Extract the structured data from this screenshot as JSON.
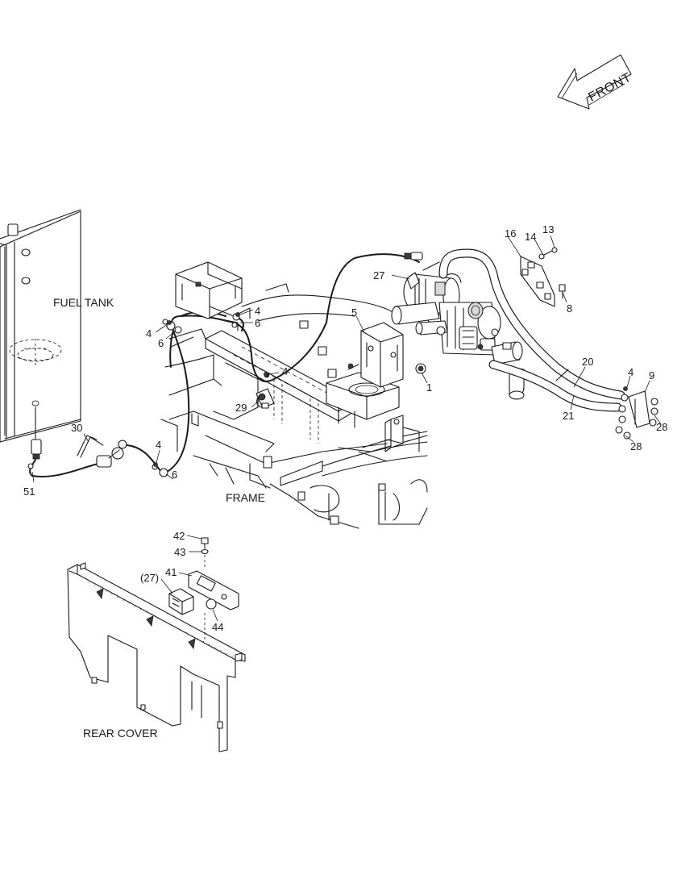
{
  "direction": {
    "label": "FRONT"
  },
  "areas": {
    "fuel_tank": "FUEL TANK",
    "frame": "FRAME",
    "rear_cover": "REAR COVER"
  },
  "callouts": {
    "c1": "1",
    "c4a": "4",
    "c4b": "4",
    "c4c": "4",
    "c4d": "4",
    "c4e": "4",
    "c5": "5",
    "c6a": "6",
    "c6b": "6",
    "c6c": "6",
    "c8": "8",
    "c9": "9",
    "c13": "13",
    "c14": "14",
    "c16": "16",
    "c20": "20",
    "c21": "21",
    "c27": "27",
    "c27p": "(27)",
    "c28a": "28",
    "c28b": "28",
    "c29": "29",
    "c30": "30",
    "c41": "41",
    "c42": "42",
    "c43": "43",
    "c44": "44",
    "c51": "51"
  }
}
